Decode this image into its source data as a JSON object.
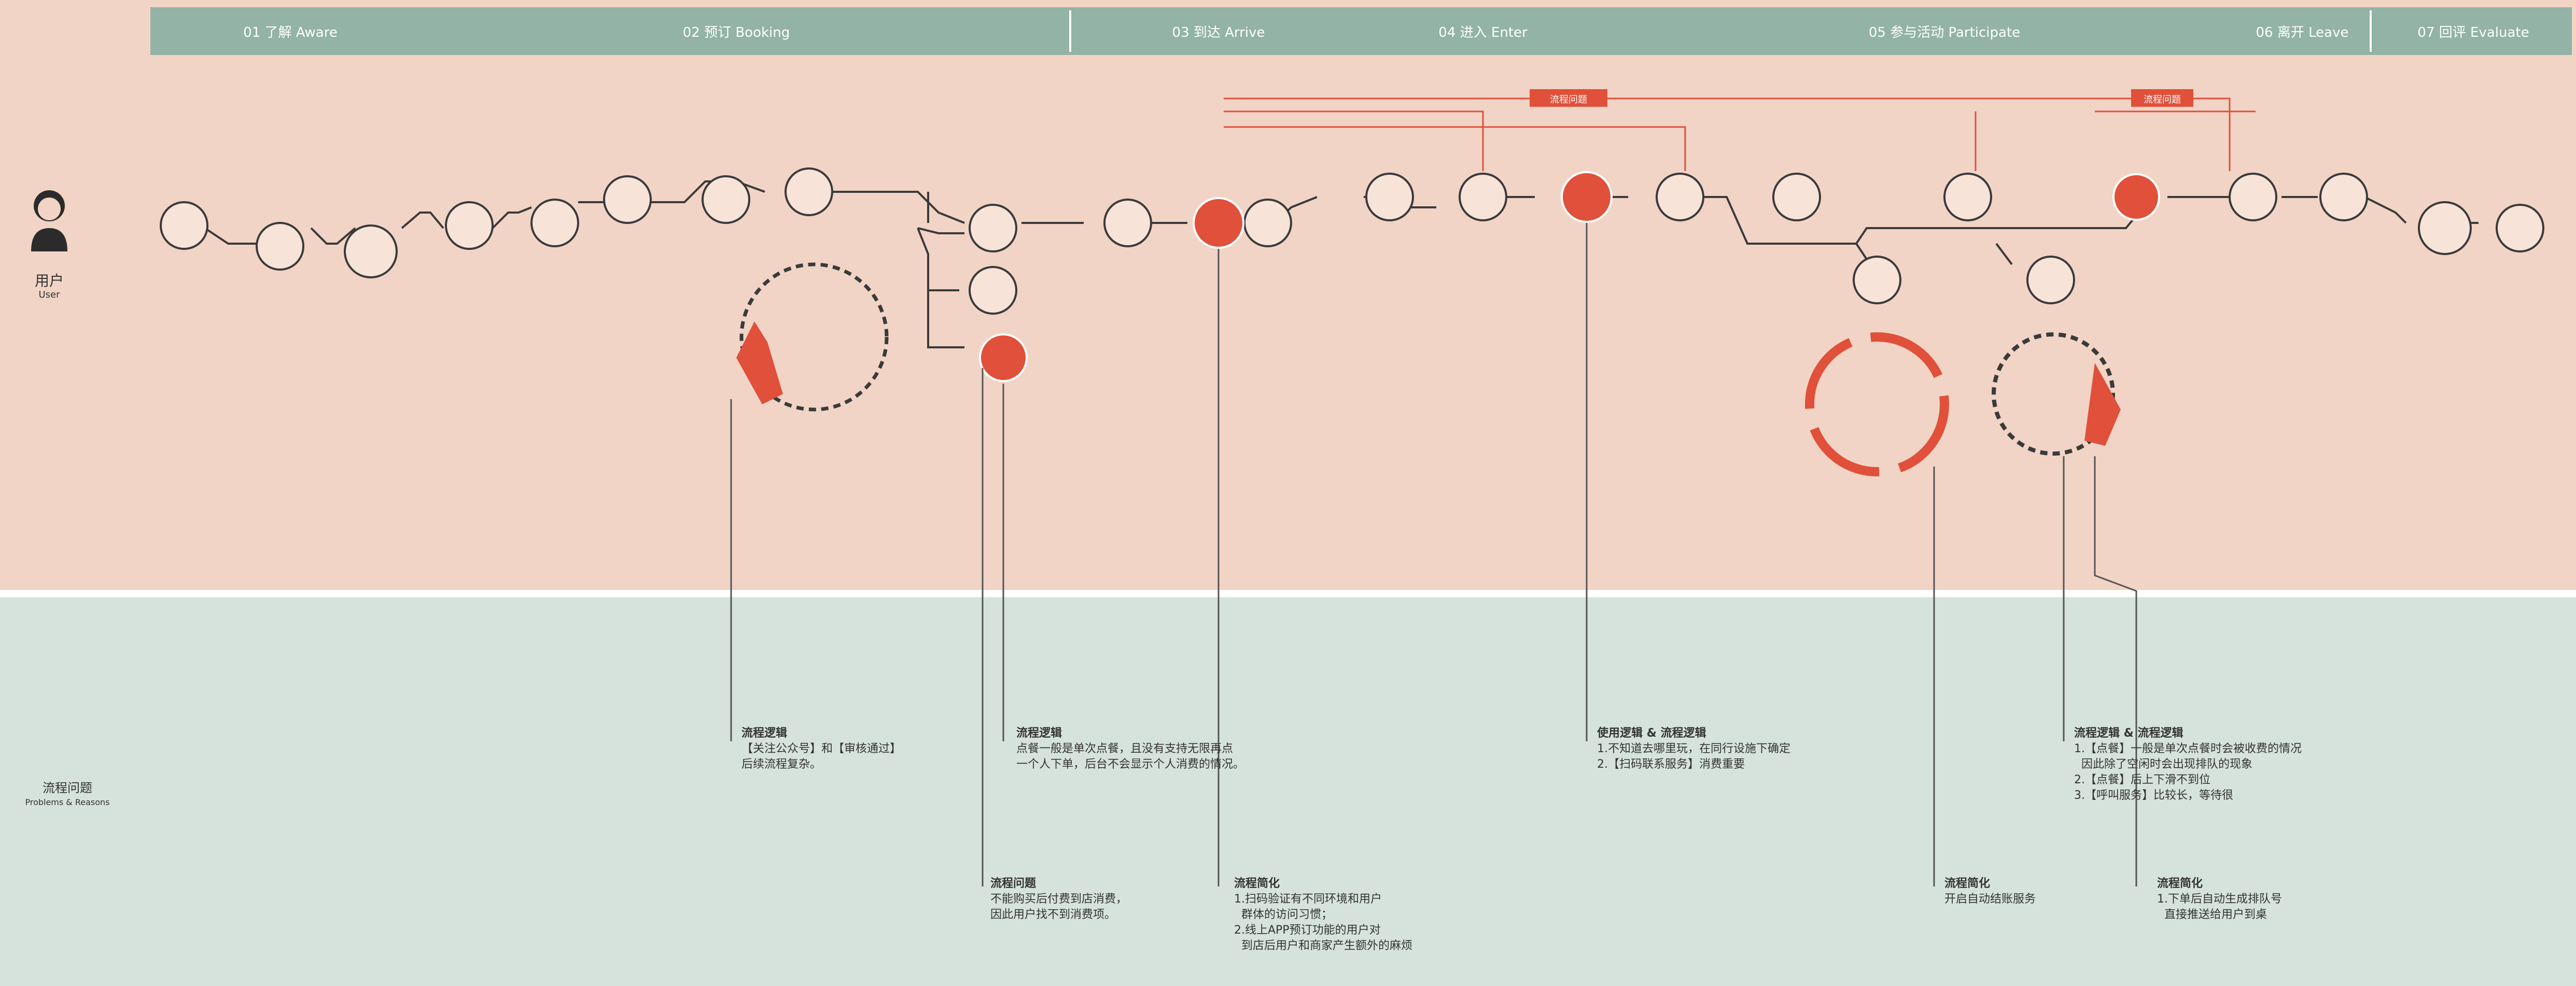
{
  "stages": [
    {
      "label": "01 了解 Aware"
    },
    {
      "label": "02 预订 Booking"
    },
    {
      "label": "03 到达 Arrive"
    },
    {
      "label": "04 进入 Enter"
    },
    {
      "label": "05 参与活动 Participate"
    },
    {
      "label": "06 离开 Leave"
    },
    {
      "label": "07 回评 Evaluate"
    }
  ],
  "user": {
    "label_cn": "用户",
    "label_en": "User"
  },
  "row_label": {
    "cn": "流程问题",
    "en": "Problems & Reasons"
  },
  "loop_labels": {
    "top_left": "流程问题",
    "top_right": "流程问题"
  },
  "annotations": [
    {
      "id": "a1",
      "title": "流程逻辑",
      "lines": [
        "【关注公众号】和【审核通过】",
        "后续流程复杂。"
      ]
    },
    {
      "id": "a2",
      "title": "流程逻辑",
      "lines": [
        "点餐一般是单次点餐，且没有支持无限再点",
        "一个人下单，后台不会显示个人消费的情况。"
      ]
    },
    {
      "id": "a3",
      "title": "流程问题",
      "lines": [
        "不能购买后付费到店消费，",
        "因此用户找不到消费项。"
      ]
    },
    {
      "id": "a4",
      "title": "流程简化",
      "lines": [
        "1.扫码验证有不同环境和用户",
        "  群体的访问习惯；",
        "2.线上APP预订功能的用户对",
        "  到店后用户和商家产生额外的麻烦"
      ]
    },
    {
      "id": "a5",
      "title": "使用逻辑 & 流程逻辑",
      "lines": [
        "1.不知道去哪里玩，在同行设施下确定",
        "2.【扫码联系服务】消费重要"
      ]
    },
    {
      "id": "a6",
      "title": "流程简化",
      "lines": [
        "开启自动结账服务"
      ]
    },
    {
      "id": "a7",
      "title": "流程逻辑 & 流程逻辑",
      "lines": [
        "1.【点餐】一般是单次点餐时会被收费的情况",
        "  因此除了空闲时会出现排队的现象",
        "2.【点餐】后上下滑不到位",
        "3.【呼叫服务】比较长，等待很"
      ]
    },
    {
      "id": "a8",
      "title": "流程简化",
      "lines": [
        "1.下单后自动生成排队号",
        "  直接推送给用户到桌"
      ]
    }
  ],
  "colors": {
    "top_band": "#f1d4c5",
    "bottom_band": "#d6e3dc",
    "stage_bar": "#92b3a6",
    "accent": "#e0503a",
    "line": "#3a3a3a"
  }
}
